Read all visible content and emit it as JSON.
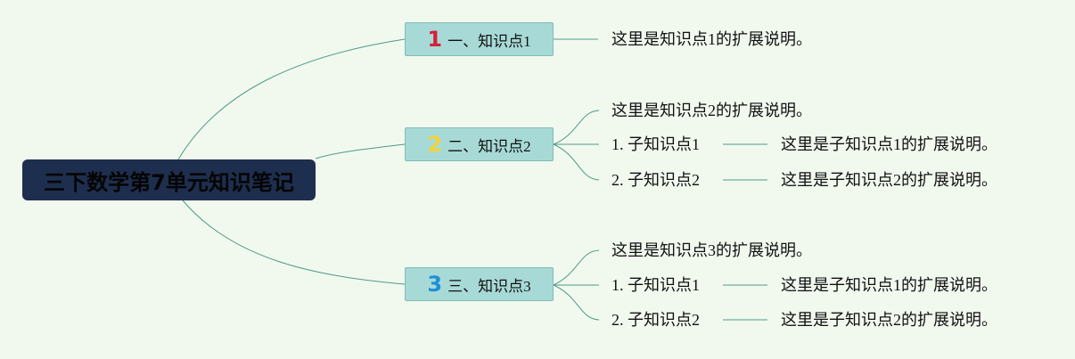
{
  "root": {
    "title": "三下数学第7单元知识笔记"
  },
  "topics": [
    {
      "number": "1",
      "number_color": "#d6203c",
      "label": "一、知识点1",
      "note": "这里是知识点1的扩展说明。",
      "subs": []
    },
    {
      "number": "2",
      "number_color": "#f2d33c",
      "label": "二、知识点2",
      "note": "这里是知识点2的扩展说明。",
      "subs": [
        {
          "label": "1. 子知识点1",
          "note": "这里是子知识点1的扩展说明。"
        },
        {
          "label": "2. 子知识点2",
          "note": "这里是子知识点2的扩展说明。"
        }
      ]
    },
    {
      "number": "3",
      "number_color": "#1e8fd8",
      "label": "三、知识点3",
      "note": "这里是知识点3的扩展说明。",
      "subs": [
        {
          "label": "1. 子知识点1",
          "note": "这里是子知识点1的扩展说明。"
        },
        {
          "label": "2. 子知识点2",
          "note": "这里是子知识点2的扩展说明。"
        }
      ]
    }
  ],
  "colors": {
    "background": "#f1f9ef",
    "root_fill": "#1e2e4e",
    "topic_fill": "#a7dad6",
    "line": "#4f9a88"
  }
}
